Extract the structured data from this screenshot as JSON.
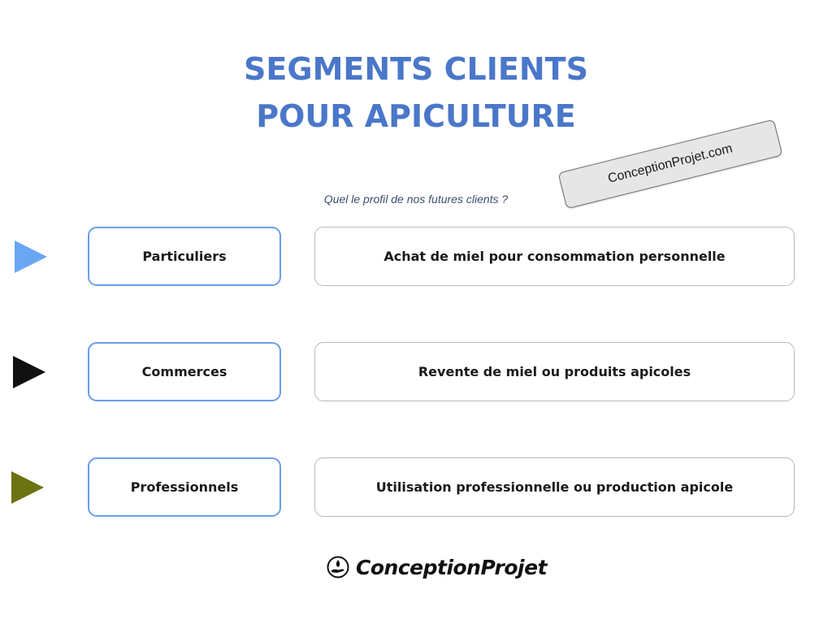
{
  "title": {
    "line1": "SEGMENTS CLIENTS",
    "line2": "POUR APICULTURE"
  },
  "subtitle": "Quel le profil de nos futures clients ?",
  "stamp": "ConceptionProjet.com",
  "segments": [
    {
      "name": "Particuliers",
      "description": "Achat de miel pour consommation personnelle",
      "arrow_color": "#6aa7f3"
    },
    {
      "name": "Commerces",
      "description": "Revente de miel ou produits apicoles",
      "arrow_color": "#111111"
    },
    {
      "name": "Professionnels",
      "description": "Utilisation professionnelle ou production apicole",
      "arrow_color": "#6b7310"
    }
  ],
  "footer_logo": {
    "text": "ConceptionProjet",
    "icon": "hand-flame-icon"
  },
  "colors": {
    "title": "#4a77c9",
    "segment_border": "#6a9eea",
    "description_border": "#b9b9b9"
  }
}
